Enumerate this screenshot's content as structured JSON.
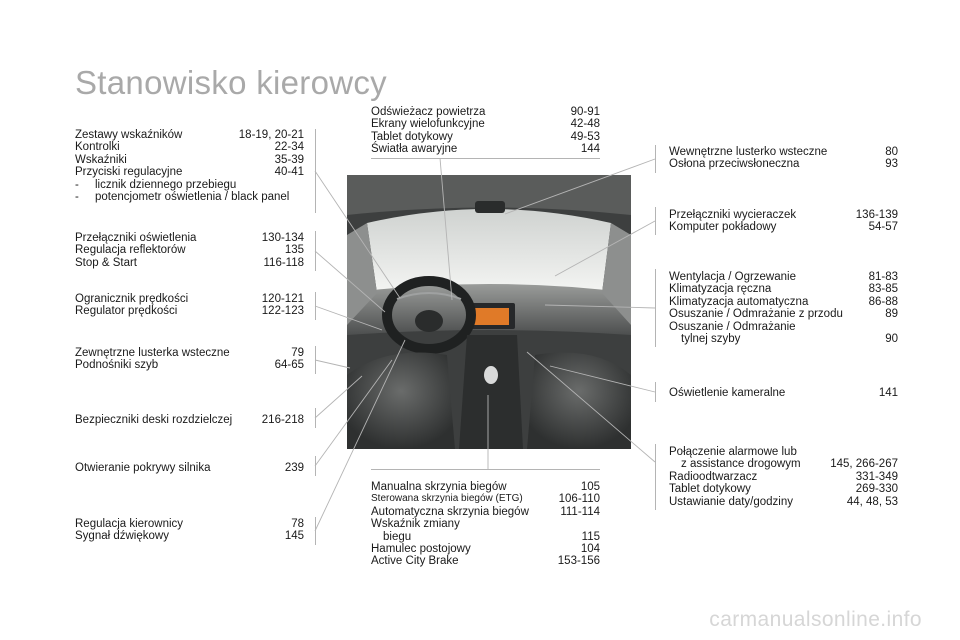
{
  "title": "Stanowisko kierowcy",
  "left": {
    "g1": {
      "rows": [
        {
          "label": "Zestawy wskaźników",
          "pages": "18-19, 20-21"
        },
        {
          "label": "Kontrolki",
          "pages": "22-34"
        },
        {
          "label": "Wskaźniki",
          "pages": "35-39"
        },
        {
          "label": "Przyciski regulacyjne",
          "pages": "40-41"
        }
      ],
      "bullets": [
        "licznik dziennego przebiegu",
        "potencjometr oświetlenia / black panel"
      ],
      "dash": "-"
    },
    "g2": [
      {
        "label": "Przełączniki oświetlenia",
        "pages": "130-134"
      },
      {
        "label": "Regulacja reflektorów",
        "pages": "135"
      },
      {
        "label": "Stop & Start",
        "pages": "116-118"
      }
    ],
    "g3": [
      {
        "label": "Ogranicznik prędkości",
        "pages": "120-121"
      },
      {
        "label": "Regulator prędkości",
        "pages": "122-123"
      }
    ],
    "g4": [
      {
        "label": "Zewnętrzne lusterka wsteczne",
        "pages": "79"
      },
      {
        "label": "Podnośniki szyb",
        "pages": "64-65"
      }
    ],
    "g5": [
      {
        "label": "Bezpieczniki deski rozdzielczej",
        "pages": "216-218"
      }
    ],
    "g6": [
      {
        "label": "Otwieranie pokrywy silnika",
        "pages": "239"
      }
    ],
    "g7": [
      {
        "label": "Regulacja kierownicy",
        "pages": "78"
      },
      {
        "label": "Sygnał dźwiękowy",
        "pages": "145"
      }
    ]
  },
  "top": [
    {
      "label": "Odświeżacz powietrza",
      "pages": "90-91"
    },
    {
      "label": "Ekrany wielofunkcyjne",
      "pages": "42-48"
    },
    {
      "label": "Tablet dotykowy",
      "pages": "49-53"
    },
    {
      "label": "Światła awaryjne",
      "pages": "144"
    }
  ],
  "bottom": [
    {
      "label": "Manualna skrzynia biegów",
      "pages": "105"
    },
    {
      "label": "Sterowana skrzynia biegów (ETG)",
      "pages": "106-110"
    },
    {
      "label": "Automatyczna skrzynia biegów",
      "pages": "111-114"
    },
    {
      "label": "Wskaźnik zmiany",
      "pages": ""
    },
    {
      "label": "biegu",
      "pages": "115"
    },
    {
      "label": "Hamulec postojowy",
      "pages": "104"
    },
    {
      "label": "Active City Brake",
      "pages": "153-156"
    }
  ],
  "right": {
    "r1": [
      {
        "label": "Wewnętrzne lusterko wsteczne",
        "pages": "80"
      },
      {
        "label": "Osłona przeciwsłoneczna",
        "pages": "93"
      }
    ],
    "r2": [
      {
        "label": "Przełączniki wycieraczek",
        "pages": "136-139"
      },
      {
        "label": "Komputer pokładowy",
        "pages": "54-57"
      }
    ],
    "r3": [
      {
        "label": "Wentylacja / Ogrzewanie",
        "pages": "81-83"
      },
      {
        "label": "Klimatyzacja ręczna",
        "pages": "83-85"
      },
      {
        "label": "Klimatyzacja automatyczna",
        "pages": "86-88"
      },
      {
        "label": "Osuszanie / Odmrażanie z przodu",
        "pages": "89"
      },
      {
        "label": "Osuszanie / Odmrażanie",
        "pages": ""
      },
      {
        "label": "tylnej szyby",
        "pages": "90"
      }
    ],
    "r4": [
      {
        "label": "Oświetlenie kameralne",
        "pages": "141"
      }
    ],
    "r5": [
      {
        "label": "Połączenie alarmowe lub",
        "pages": ""
      },
      {
        "label": "z assistance drogowym",
        "pages": "145, 266-267"
      },
      {
        "label": "Radioodtwarzacz",
        "pages": "331-349"
      },
      {
        "label": "Tablet dotykowy",
        "pages": "269-330"
      },
      {
        "label": "Ustawianie daty/godziny",
        "pages": "44, 48, 53"
      }
    ]
  },
  "watermark": "carmanualsonline.info",
  "colors": {
    "title": "#a9a9a9",
    "leader_lines": "#b4b4b4",
    "screen": "#e07a28"
  }
}
